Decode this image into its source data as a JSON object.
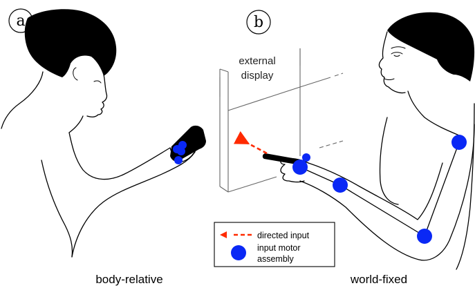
{
  "panels": {
    "a": {
      "letter": "a",
      "caption": "body-relative"
    },
    "b": {
      "letter": "b",
      "caption": "world-fixed"
    }
  },
  "display_label": {
    "line1": "external",
    "line2": "display"
  },
  "legend": {
    "directed_input": "directed input",
    "motor_line1": "input motor",
    "motor_line2": "assembly"
  },
  "colors": {
    "motor": "#0a28f5",
    "directed_input": "#ff2a00",
    "outline": "#000000"
  }
}
